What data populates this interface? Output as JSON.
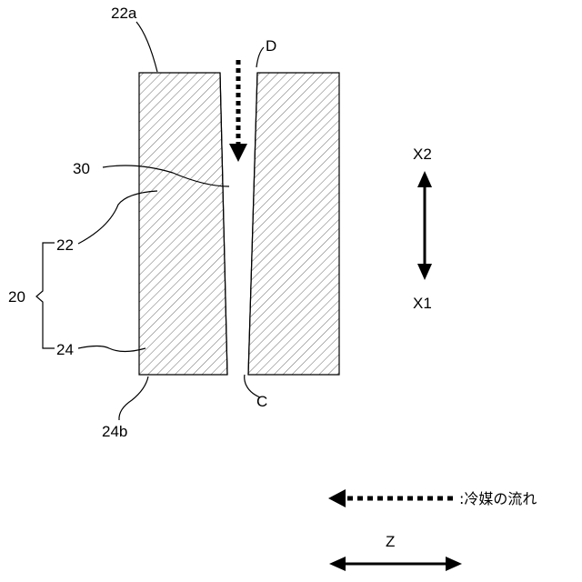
{
  "labels": {
    "top_surface": "22a",
    "bottom_surface": "24b",
    "top_end": "D",
    "bottom_end": "C",
    "channel": "30",
    "upper_part": "22",
    "lower_part": "24",
    "assembly": "20",
    "axis_up": "X2",
    "axis_down": "X1",
    "axis_horizontal": "Z"
  },
  "legend": {
    "flow_text": ":冷媒の流れ"
  }
}
